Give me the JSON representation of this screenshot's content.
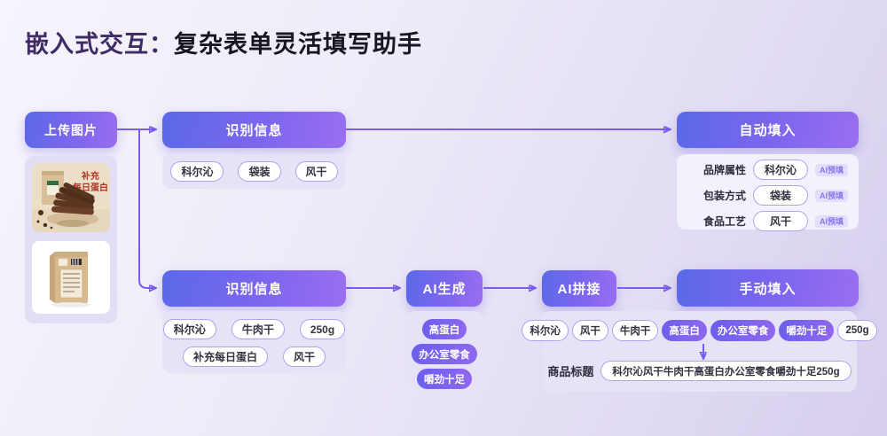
{
  "title": {
    "prefix": "嵌入式交互：",
    "main": "复杂表单灵活填写助手"
  },
  "colors": {
    "accent": "#7a5ded",
    "button_gradient_start": "#5b69e9",
    "button_gradient_end": "#9a6ef0"
  },
  "buttons": {
    "upload": "上传图片",
    "recognize_top": "识别信息",
    "autofill": "自动填入",
    "recognize_bottom": "识别信息",
    "ai_generate": "AI生成",
    "ai_splice": "AI拼接",
    "manual_fill": "手动填入"
  },
  "photo1": {
    "caption_line1": "补充",
    "caption_line2": "每日蛋白"
  },
  "recognized_top_tags": [
    "科尔沁",
    "袋装",
    "风干"
  ],
  "autofill_fields": [
    {
      "label": "品牌属性",
      "value": "科尔沁",
      "badge": "AI预填"
    },
    {
      "label": "包装方式",
      "value": "袋装",
      "badge": "AI预填"
    },
    {
      "label": "食品工艺",
      "value": "风干",
      "badge": "AI预填"
    }
  ],
  "recognized_bottom_tags_row1": [
    "科尔沁",
    "牛肉干",
    "250g"
  ],
  "recognized_bottom_tags_row2": [
    "补充每日蛋白",
    "风干"
  ],
  "ai_generated_tags": [
    "高蛋白",
    "办公室零食",
    "嚼劲十足"
  ],
  "splice_tags": [
    "科尔沁",
    "风干",
    "牛肉干",
    "高蛋白",
    "办公室零食",
    "嚼劲十足",
    "250g"
  ],
  "product_title": {
    "label": "商品标题",
    "value": "科尔沁风干牛肉干高蛋白办公室零食嚼劲十足250g"
  }
}
